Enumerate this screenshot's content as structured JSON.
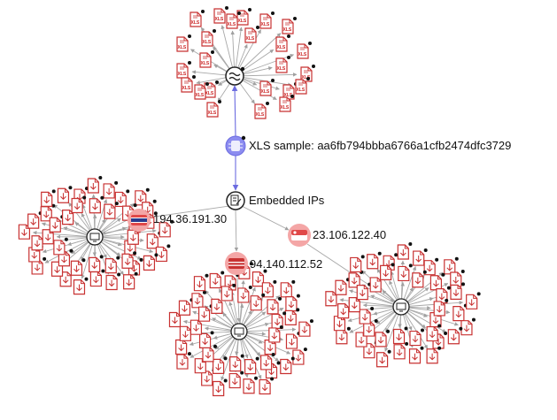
{
  "graph": {
    "sample": {
      "label": "XLS sample: aa6fb794bbba6766a1cfb2474dfc3729",
      "color": "#7f7fe8"
    },
    "embedded": {
      "label": "Embedded IPs"
    },
    "ips": [
      {
        "label": "194.36.191.30",
        "flag": "stripes-blue-red"
      },
      {
        "label": "94.140.112.52",
        "flag": "stripes-red"
      },
      {
        "label": "23.106.122.40",
        "flag": "singapore"
      }
    ],
    "file_badge_text": "XLS",
    "colors": {
      "edge": "#a8a8a8",
      "sample_edge": "#6b6be0",
      "file_red": "#c83232",
      "ip_halo": "#f4a6a6",
      "dot": "#111111"
    },
    "icons": {
      "sample": "virus-bug-icon",
      "embedded": "document-pen-icon",
      "hub_top": "wave-circle-icon",
      "hub_ip": "network-monitor-icon",
      "file": "xls-file-icon",
      "ip_file": "download-file-icon"
    }
  }
}
